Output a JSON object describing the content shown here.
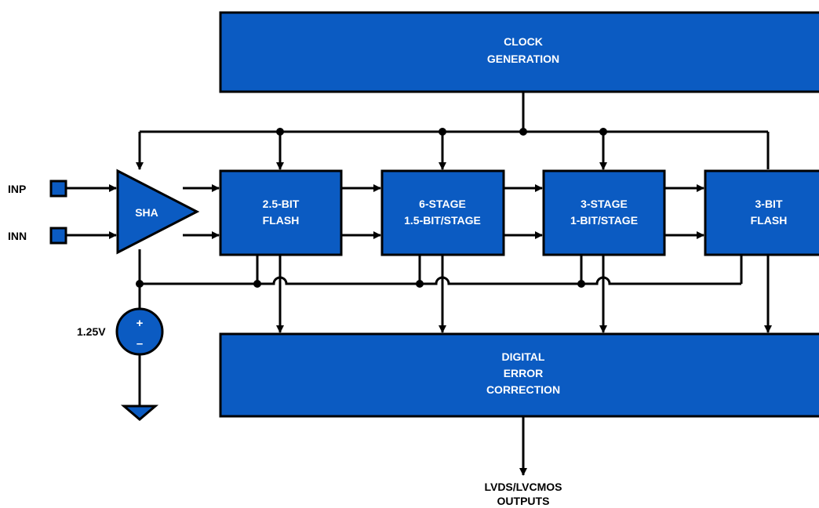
{
  "colors": {
    "block_fill": "#0b5bc2",
    "block_stroke": "#000000",
    "text_on_block": "#ffffff",
    "wire": "#000000"
  },
  "blocks": {
    "clock_generation": [
      "CLOCK",
      "GENERATION"
    ],
    "sha": [
      "SHA"
    ],
    "flash_2_5": [
      "2.5-BIT",
      "FLASH"
    ],
    "stage_6": [
      "6-STAGE",
      "1.5-BIT/STAGE"
    ],
    "stage_3": [
      "3-STAGE",
      "1-BIT/STAGE"
    ],
    "flash_3": [
      "3-BIT",
      "FLASH"
    ],
    "digital_error_correction": [
      "DIGITAL",
      "ERROR",
      "CORRECTION"
    ]
  },
  "pins": {
    "inp": "INP",
    "inn": "INN"
  },
  "reference": {
    "voltage": "1.25V",
    "plus": "+",
    "minus": "–"
  },
  "output": [
    "LVDS/LVCMOS",
    "OUTPUTS"
  ]
}
